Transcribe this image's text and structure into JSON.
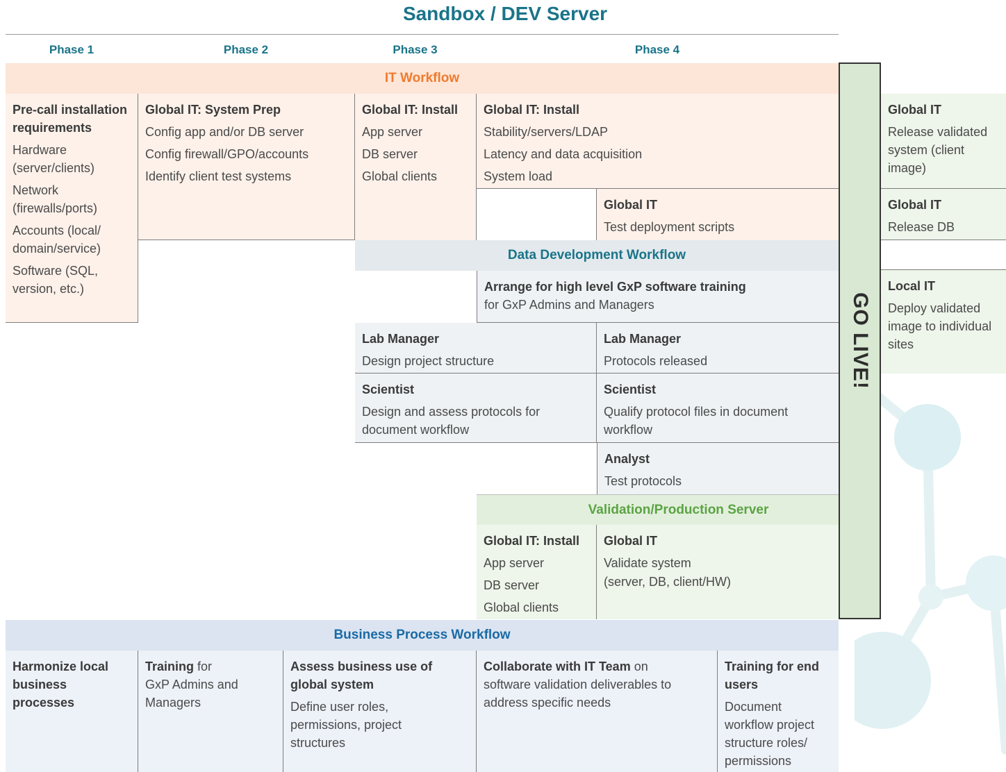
{
  "title": "Sandbox / DEV Server",
  "phases": [
    "Phase 1",
    "Phase 2",
    "Phase 3",
    "Phase 4"
  ],
  "go_live": "GO LIVE!",
  "colors": {
    "teal": "#1a7489",
    "orange": "#ef7b2f",
    "green": "#5aa443",
    "blue": "#1a6aa5"
  },
  "it_workflow": {
    "header": "IT Workflow",
    "precall": {
      "title": "Pre-call installation requirements",
      "items": [
        "Hardware (server/clients)",
        "Network (firewalls/ports)",
        "Accounts (local/ domain/service)",
        "Software (SQL, version, etc.)"
      ]
    },
    "system_prep": {
      "title": "Global IT: System Prep",
      "items": [
        "Config app and/or DB server",
        "Config firewall/GPO/accounts",
        "Identify client test systems"
      ]
    },
    "install_p3": {
      "title": "Global IT: Install",
      "items": [
        "App server",
        "DB server",
        "Global clients"
      ]
    },
    "install_p4": {
      "title": "Global IT: Install",
      "items": [
        "Stability/servers/LDAP",
        "Latency and data acquisition",
        "System load"
      ]
    },
    "deploy_scripts": {
      "title": "Global IT",
      "items": [
        "Test deployment scripts"
      ]
    }
  },
  "data_dev": {
    "header": "Data Development Workflow",
    "training": {
      "title": "Arrange for high level GxP software training",
      "text": "for GxP Admins and Managers"
    },
    "lab_manager_1": {
      "title": "Lab Manager",
      "text": "Design project structure"
    },
    "lab_manager_2": {
      "title": "Lab Manager",
      "text": "Protocols released"
    },
    "scientist_1": {
      "title": "Scientist",
      "text": "Design and assess protocols for document workflow"
    },
    "scientist_2": {
      "title": "Scientist",
      "text": "Qualify protocol files in document workflow"
    },
    "analyst": {
      "title": "Analyst",
      "text": "Test protocols"
    }
  },
  "validation": {
    "header": "Validation/Production Server",
    "install": {
      "title": "Global IT: Install",
      "items": [
        "App server",
        "DB server",
        "Global clients"
      ]
    },
    "validate": {
      "title": "Global IT",
      "items": [
        "Validate system",
        "(server, DB, client/HW)"
      ]
    }
  },
  "right_column": {
    "release_system": {
      "title": "Global IT",
      "text": "Release validated system (client image)"
    },
    "release_db": {
      "title": "Global IT",
      "text": "Release DB"
    },
    "deploy": {
      "title": "Local IT",
      "text": "Deploy validated image to individual sites"
    }
  },
  "business": {
    "header": "Business Process Workflow",
    "harmonize": {
      "title": "Harmonize local business processes"
    },
    "training": {
      "title": "Training",
      "text": "for",
      "text2": "GxP Admins and Managers"
    },
    "assess": {
      "title": "Assess business use of global system",
      "text": "Define user roles, permissions, project structures"
    },
    "collaborate": {
      "title": "Collaborate with IT Team",
      "text": "on",
      "text2": "software validation deliverables to address specific needs"
    },
    "end_users": {
      "title": "Training for end users",
      "text": "Document workflow project structure roles/ permissions"
    }
  }
}
